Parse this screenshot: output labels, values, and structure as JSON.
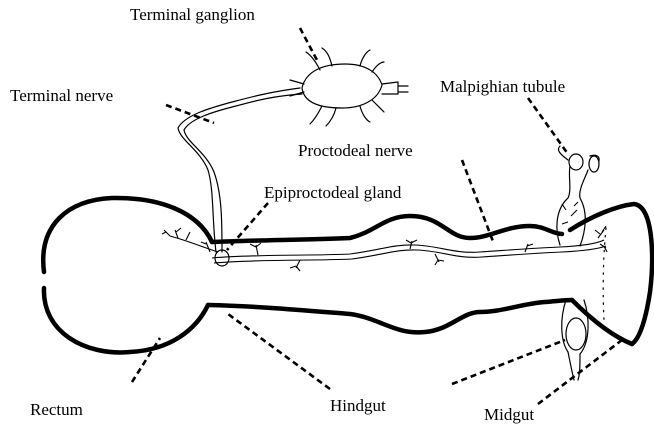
{
  "labels": {
    "terminal_ganglion": "Terminal ganglion",
    "terminal_nerve": "Terminal nerve",
    "malpighian_tubule": "Malpighian tubule",
    "proctodeal_nerve": "Proctodeal nerve",
    "epiproctodeal_gland": "Epiproctodeal gland",
    "rectum": "Rectum",
    "hindgut": "Hindgut",
    "midgut": "Midgut"
  }
}
